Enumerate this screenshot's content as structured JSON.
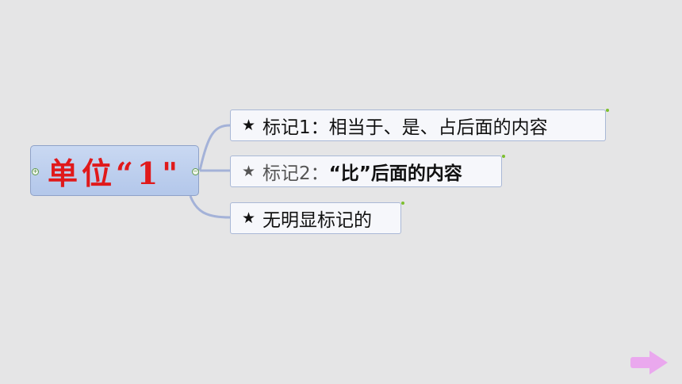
{
  "root": {
    "label": "单位“1\""
  },
  "branches": [
    {
      "star": "★",
      "label": "标记1：相当于、是、占后面的内容"
    },
    {
      "star": "★",
      "label_prefix": "标记2：",
      "label_bold": "“比”后面的内容"
    },
    {
      "star": "★",
      "label": "无明显标记的"
    }
  ],
  "icons": {
    "next": "right-arrow-icon",
    "collapse": "collapse-minus-icon",
    "expand": "expand-plus-icon"
  },
  "colors": {
    "root_text": "#e0191b",
    "connector": "#a4b2d8",
    "arrow": "#eaa8ee",
    "marker": "#7dbf2e"
  }
}
